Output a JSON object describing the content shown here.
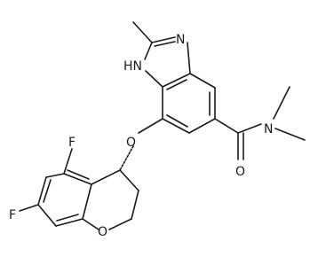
{
  "molecule": {
    "atoms": {
      "n_top": "N",
      "nh": "HN",
      "n_amide": "N",
      "o_ether": "O",
      "o_carbonyl": "O",
      "o_ring": "O",
      "f_top": "F",
      "f_bottom": "F"
    },
    "colors": {
      "bond": "#1a1a1a",
      "background": "#ffffff"
    }
  }
}
